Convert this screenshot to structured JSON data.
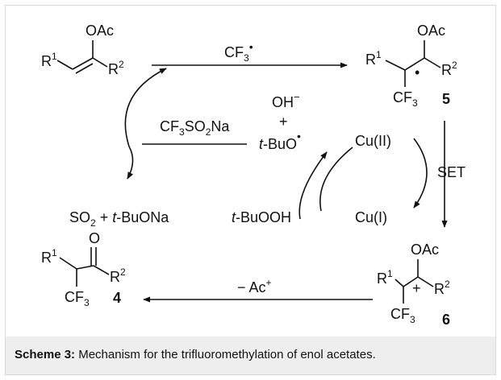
{
  "scheme": {
    "labels": {
      "OAc": "OAc",
      "R1": "R",
      "R2": "R",
      "sup1": "1",
      "sup2": "2",
      "CF3_radical_C": "CF",
      "sub3": "3",
      "dot": "•",
      "CF3": "CF",
      "compound5": "5",
      "compound6": "6",
      "compound4": "4",
      "O": "O",
      "plus": "+",
      "OH": "OH",
      "minus": "−",
      "tBu": "t",
      "tBuO": "-BuO",
      "CF3SO2Na_a": "CF",
      "CF3SO2Na_b": "SO",
      "CF3SO2Na_c": "Na",
      "sub2": "2",
      "CuII": "Cu(II)",
      "CuI": "Cu(I)",
      "SET": "SET",
      "SO2": "SO",
      "plus_sp": "+",
      "tBuONa": "-BuONa",
      "tBuOOH": "-BuOOH",
      "minus_Ac": "− Ac",
      "plus_sup": "+"
    }
  },
  "caption": {
    "label": "Scheme 3:",
    "text": "Mechanism for the trifluoromethylation of enol acetates."
  }
}
